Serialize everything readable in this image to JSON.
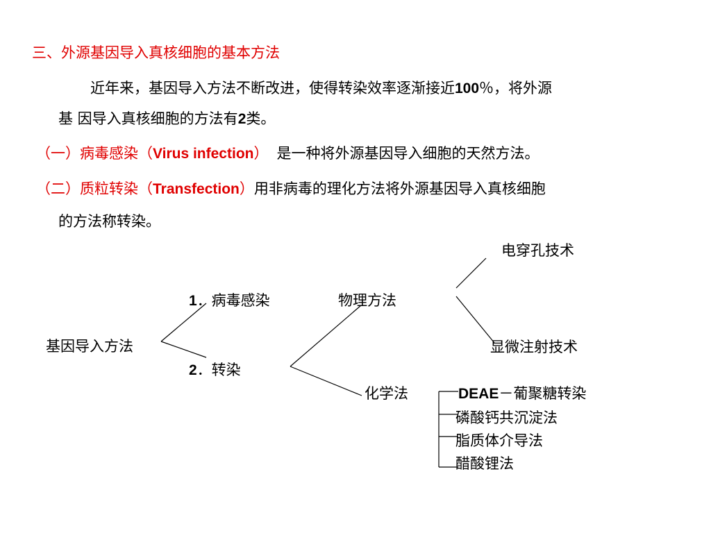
{
  "section_title": "三、外源基因导入真核细胞的基本方法",
  "intro": {
    "line1_a": "近年来，基因导入方法不断改进，使得转染效率逐渐接近",
    "line1_num": "100",
    "line1_b": "％，将外源",
    "line2_a": "基  因导入真核细胞的方法有",
    "line2_num": "2",
    "line2_b": "类。"
  },
  "item1": {
    "label_a": "（一）病毒感染（",
    "label_latin": "Virus infection",
    "label_b": "）",
    "description": "是一种将外源基因导入细胞的天然方法。"
  },
  "item2": {
    "label_a": "（二）质粒转染（",
    "label_latin": "Transfection",
    "label_b": "）",
    "description_line1": "用非病毒的理化方法将外源基因导入真核细胞",
    "description_line2": "的方法称转染。"
  },
  "diagram": {
    "root": "基因导入方法",
    "branch1_num": "1",
    "branch1_label": "．病毒感染",
    "branch2_num": "2",
    "branch2_label": "．转染",
    "physical": "物理方法",
    "electroporation": "电穿孔技术",
    "microinjection": "显微注射技术",
    "chemical": "化学法",
    "chemical_methods": [
      {
        "latin": "DEAE",
        "text": "－葡聚糖转染"
      },
      {
        "latin": "",
        "text": "磷酸钙共沉淀法"
      },
      {
        "latin": "",
        "text": "脂质体介导法"
      },
      {
        "latin": "",
        "text": "醋酸锂法"
      }
    ]
  }
}
